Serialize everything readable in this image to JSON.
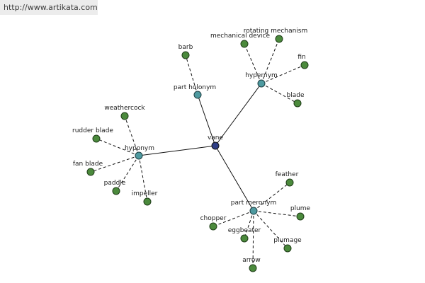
{
  "watermark_url": "http://www.artikata.com",
  "colors": {
    "center_node": "#2f3e86",
    "relation_node": "#4e9aa0",
    "leaf_node": "#4b8a3c",
    "edge": "#111111",
    "banner_bg": "#ececec"
  },
  "graph": {
    "center": {
      "id": "vane",
      "label": "vane"
    },
    "relations": [
      {
        "id": "part-holonym",
        "label": "part holonym",
        "children": [
          "barb"
        ]
      },
      {
        "id": "hypernym",
        "label": "hypernym",
        "children": [
          "mechanical device",
          "rotating mechanism",
          "fin",
          "blade"
        ]
      },
      {
        "id": "hyponym",
        "label": "hyponym",
        "children": [
          "weathercock",
          "rudder blade",
          "fan blade",
          "paddle",
          "impeller"
        ]
      },
      {
        "id": "part-meronym",
        "label": "part meronym",
        "children": [
          "feather",
          "plume",
          "plumage",
          "arrow",
          "eggbeater",
          "chopper"
        ]
      }
    ]
  }
}
